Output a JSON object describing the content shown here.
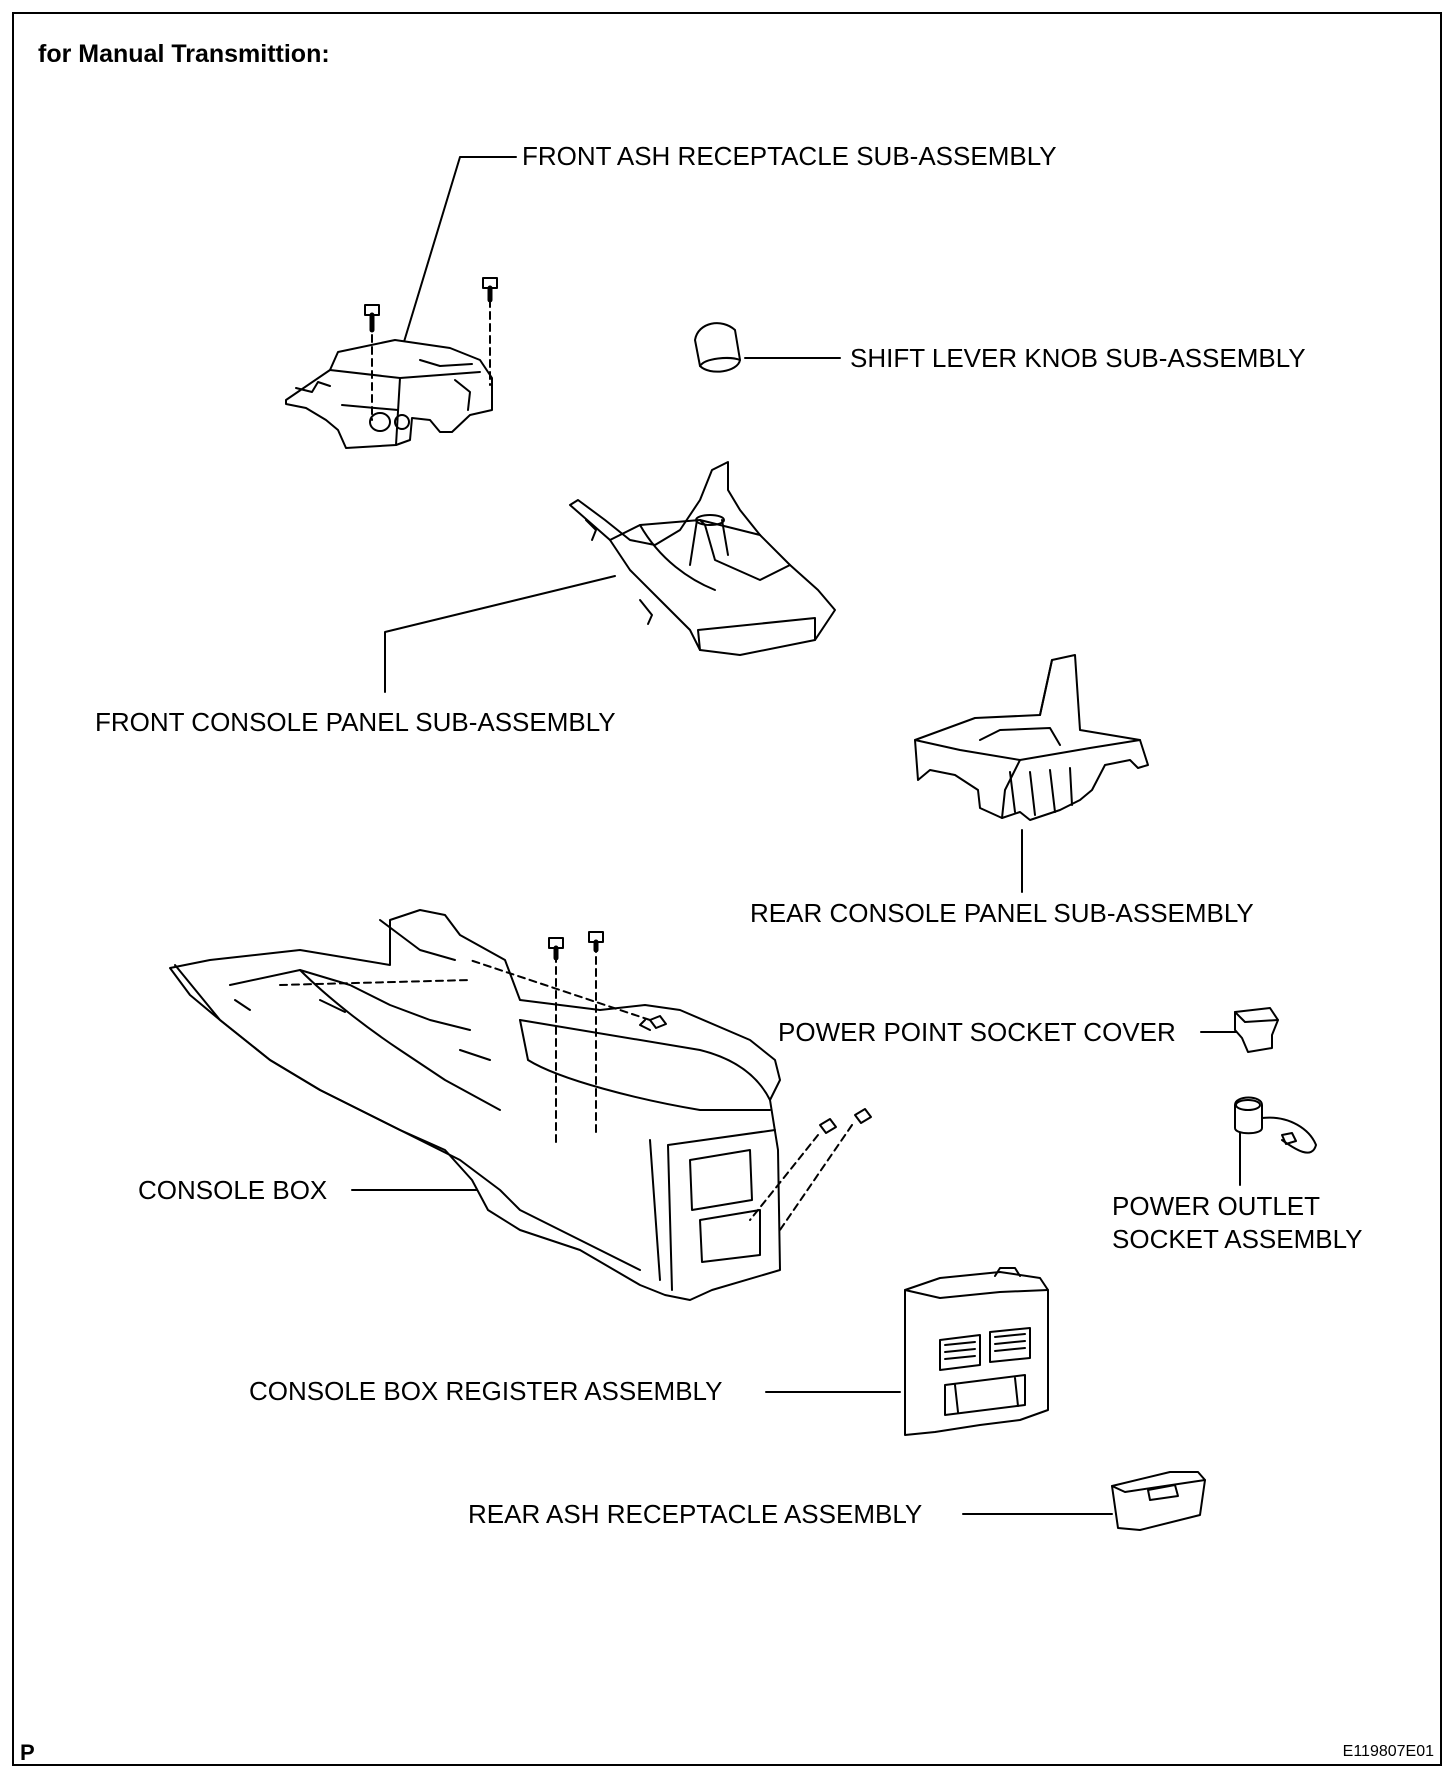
{
  "title": "for Manual Transmittion:",
  "corner_letter": "P",
  "figure_code": "E119807E01",
  "labels": {
    "front_ash": "FRONT ASH RECEPTACLE SUB-ASSEMBLY",
    "shift_knob": "SHIFT LEVER KNOB SUB-ASSEMBLY",
    "front_console": "FRONT CONSOLE PANEL SUB-ASSEMBLY",
    "rear_console": "REAR CONSOLE PANEL SUB-ASSEMBLY",
    "power_cover": "POWER POINT SOCKET COVER",
    "power_outlet_line1": "POWER OUTLET",
    "power_outlet_line2": "SOCKET ASSEMBLY",
    "console_box": "CONSOLE BOX",
    "register": "CONSOLE BOX REGISTER ASSEMBLY",
    "rear_ash": "REAR ASH RECEPTACLE ASSEMBLY"
  }
}
